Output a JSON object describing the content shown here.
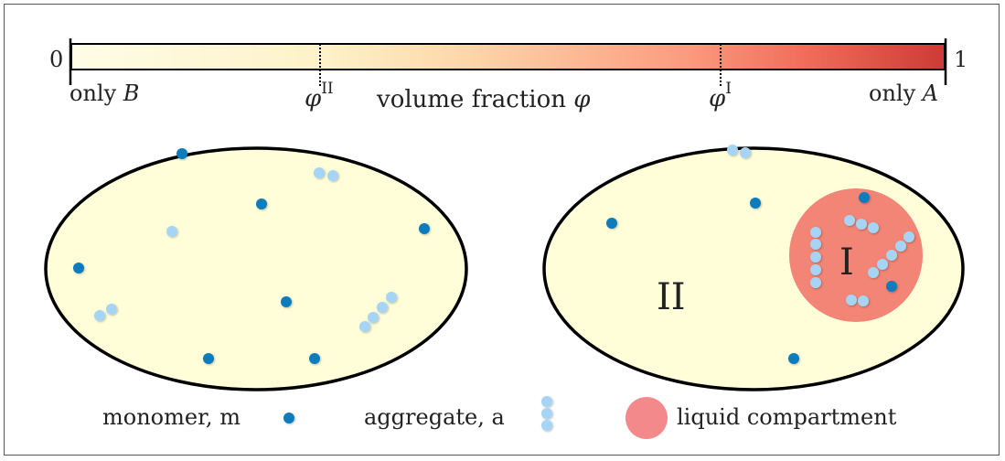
{
  "colorbar": {
    "min_label": "0",
    "max_label": "1",
    "left_label_prefix": "only",
    "left_label_var": "B",
    "right_label_prefix": "only",
    "right_label_var": "A",
    "title_text": "volume fraction",
    "title_var": "φ",
    "phi_II_symbol": "φ",
    "phi_II_sup": "II",
    "phi_I_symbol": "φ",
    "phi_I_sup": "I",
    "phi_II_value": 0.29,
    "phi_I_value": 0.74,
    "gradient_colors": [
      "#fffde6",
      "#fdf2c8",
      "#fdd7aa",
      "#fb9c80",
      "#ef6a57",
      "#cc3b35"
    ]
  },
  "phase_labels": {
    "outer": "II",
    "inner": "I"
  },
  "legend": {
    "monomer_label": "monomer",
    "monomer_symbol": "m",
    "aggregate_label": "aggregate",
    "aggregate_symbol": "a",
    "compartment_label": "liquid compartment"
  },
  "colors": {
    "ellipse_fill": "#fffed8",
    "monomer": "#0b7bbd",
    "aggregate": "#a6d4f5",
    "compartment": "#f28575",
    "legend_compartment": "#f3898a"
  }
}
